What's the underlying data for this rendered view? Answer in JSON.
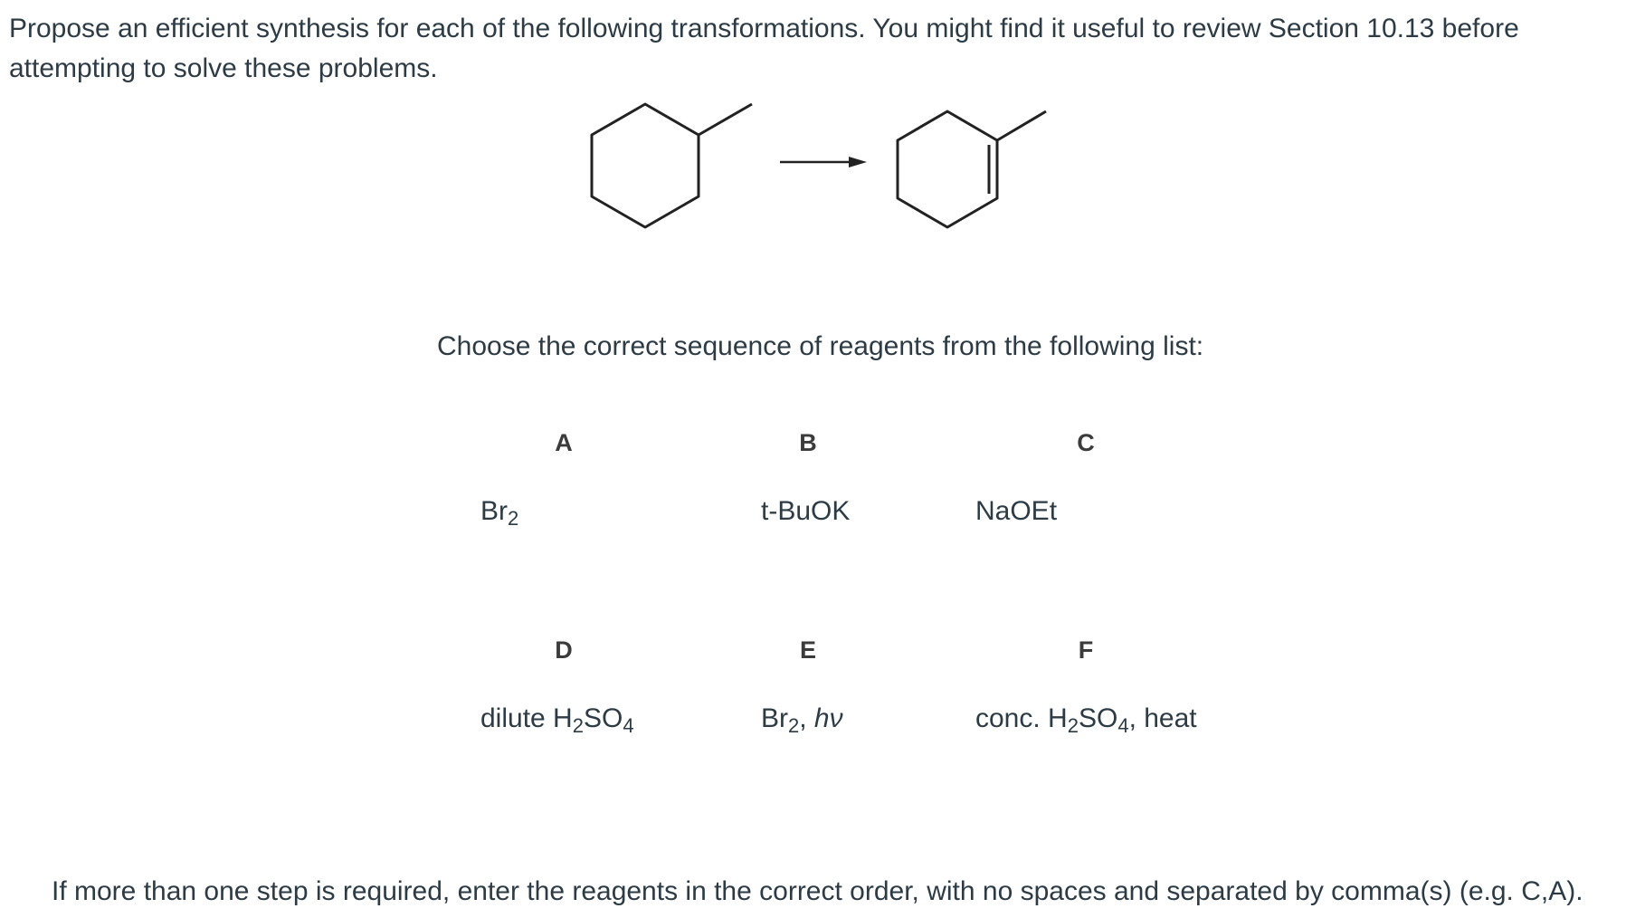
{
  "question": {
    "prompt": "Propose an efficient synthesis for each of the following transformations. You might find it useful to review Section 10.13 before attempting to solve these problems.",
    "instruction": "Choose the correct sequence of reagents from the following list:",
    "footer": "If more than one step is required, enter the reagents in the correct order, with no spaces and separated by comma(s) (e.g. C,A)."
  },
  "scheme": {
    "reactant": "methylcyclohexane",
    "product": "1-methylcyclohexene",
    "arrow": "reaction-arrow"
  },
  "options": [
    {
      "letter": "A",
      "pre": "Br",
      "sub": "2",
      "post": "",
      "tail": ""
    },
    {
      "letter": "B",
      "pre": "t-BuOK",
      "sub": "",
      "post": "",
      "tail": ""
    },
    {
      "letter": "C",
      "pre": "NaOEt",
      "sub": "",
      "post": "",
      "tail": ""
    },
    {
      "letter": "D",
      "pre": "dilute H",
      "sub": "2",
      "post": "SO4",
      "tail": ""
    },
    {
      "letter": "E",
      "pre": "Br",
      "sub": "2",
      "post": ", ",
      "tail": "hν"
    },
    {
      "letter": "F",
      "pre": "conc. H",
      "sub": "2",
      "post": "SO4, heat",
      "tail": ""
    }
  ]
}
